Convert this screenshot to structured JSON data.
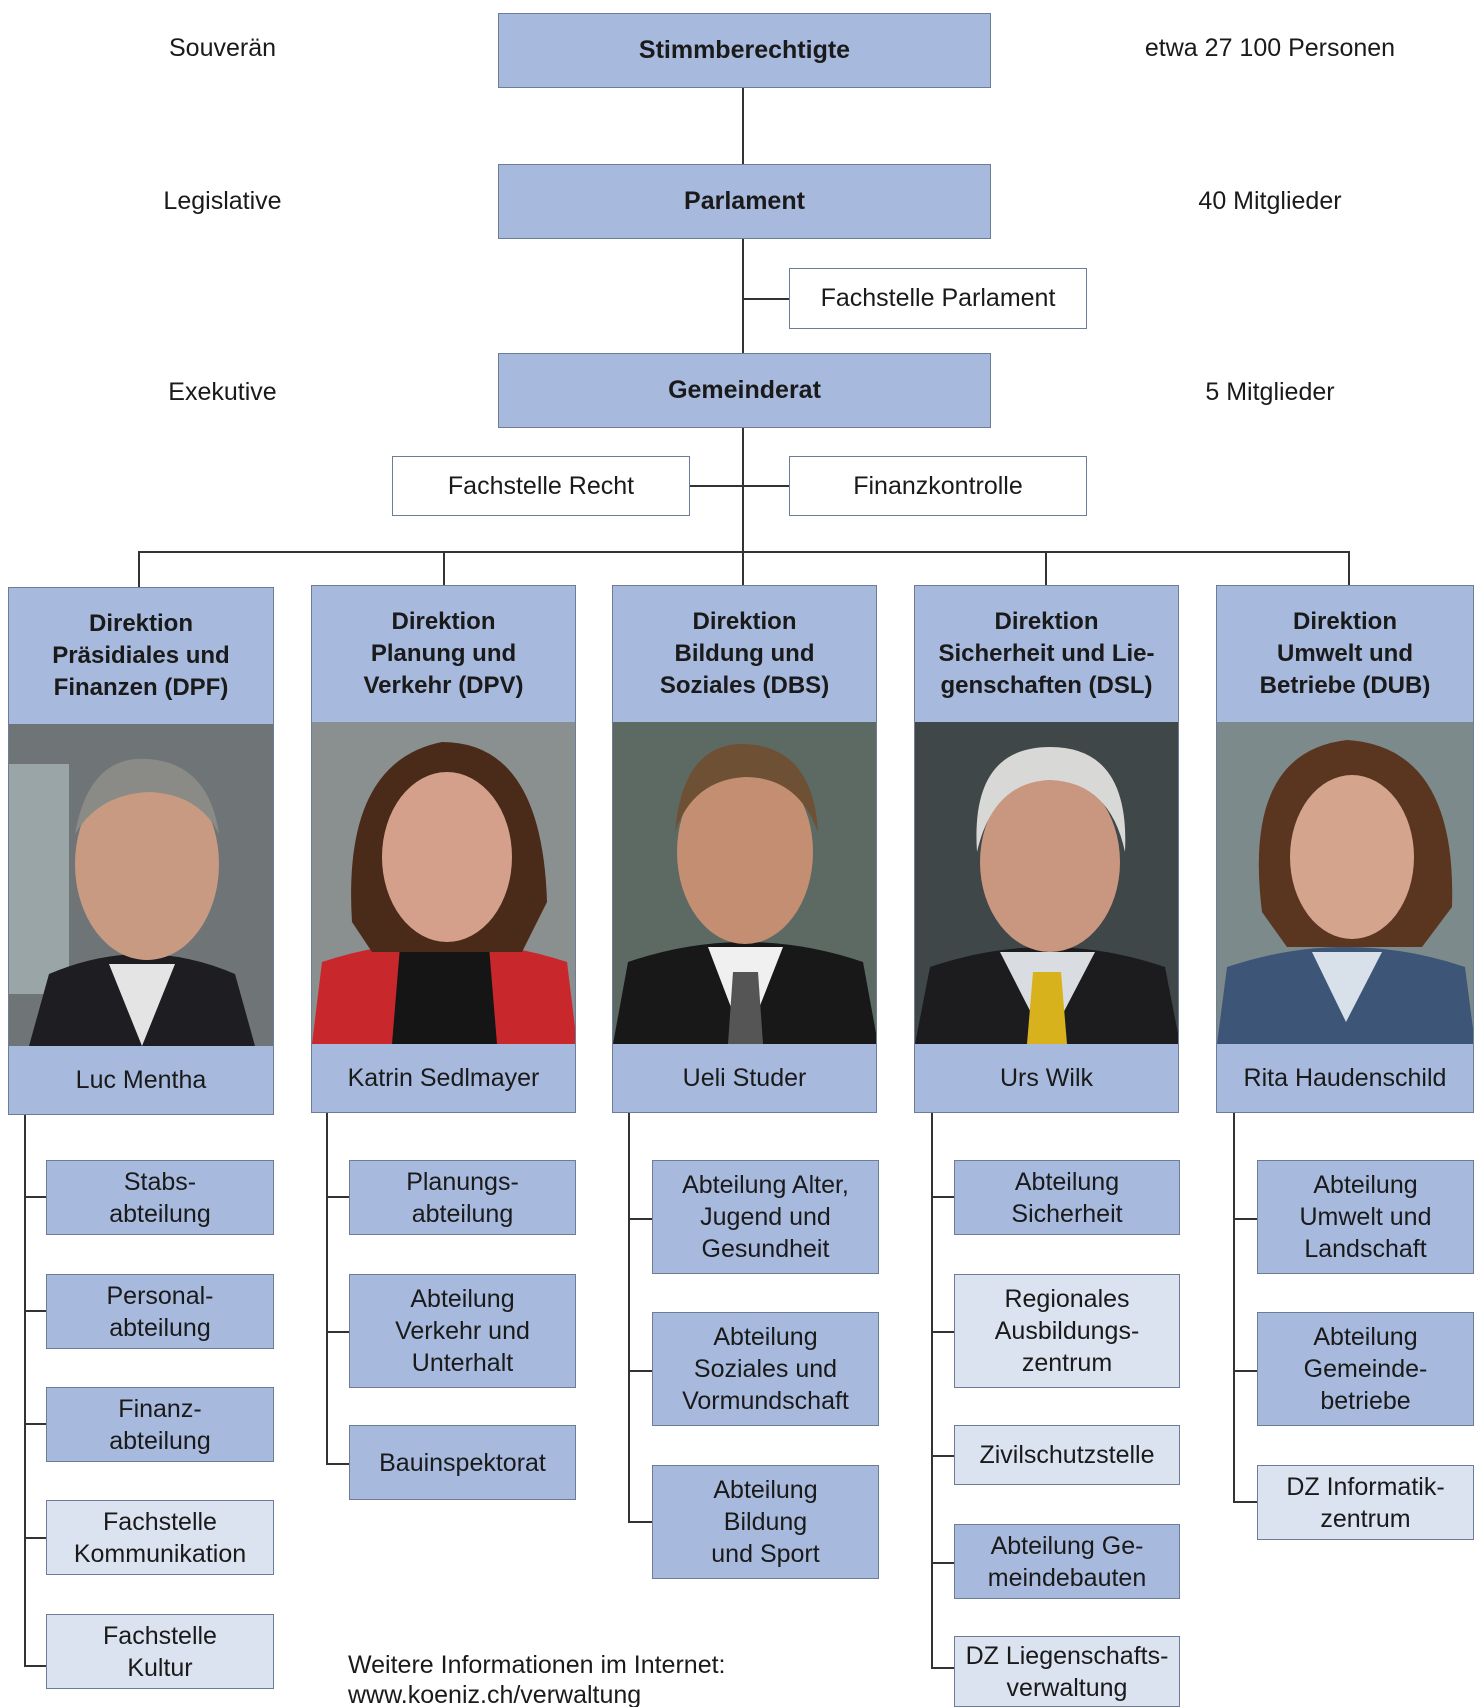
{
  "levels": [
    {
      "left_label": "Souverän",
      "box": "Stimmberechtigte",
      "right_label": "etwa 27 100 Personen"
    },
    {
      "left_label": "Legislative",
      "box": "Parlament",
      "right_label": "40 Mitglieder"
    },
    {
      "left_label": "Exekutive",
      "box": "Gemeinderat",
      "right_label": "5 Mitglieder"
    }
  ],
  "staff": {
    "fachstelle_parlament": "Fachstelle Parlament",
    "fachstelle_recht": "Fachstelle Recht",
    "finanzkontrolle": "Finanzkontrolle"
  },
  "directorates": [
    {
      "title": "Direktion\nPräsidiales und\nFinanzen (DPF)",
      "person": "Luc Mentha",
      "departments": [
        {
          "label": "Stabs-\nabteilung",
          "tone": "dark"
        },
        {
          "label": "Personal-\nabteilung",
          "tone": "dark"
        },
        {
          "label": "Finanz-\nabteilung",
          "tone": "dark"
        },
        {
          "label": "Fachstelle\nKommunikation",
          "tone": "light"
        },
        {
          "label": "Fachstelle\nKultur",
          "tone": "light"
        }
      ]
    },
    {
      "title": "Direktion\nPlanung und\nVerkehr (DPV)",
      "person": "Katrin Sedlmayer",
      "departments": [
        {
          "label": "Planungs-\nabteilung",
          "tone": "dark"
        },
        {
          "label": "Abteilung\nVerkehr und\nUnterhalt",
          "tone": "dark"
        },
        {
          "label": "Bauinspektorat",
          "tone": "dark"
        }
      ]
    },
    {
      "title": "Direktion\nBildung und\nSoziales (DBS)",
      "person": "Ueli Studer",
      "departments": [
        {
          "label": "Abteilung Alter,\nJugend und\nGesundheit",
          "tone": "dark"
        },
        {
          "label": "Abteilung\nSoziales und\nVormundschaft",
          "tone": "dark"
        },
        {
          "label": "Abteilung\nBildung\nund Sport",
          "tone": "dark"
        }
      ]
    },
    {
      "title": "Direktion\nSicherheit und Lie-\ngenschaften (DSL)",
      "person": "Urs Wilk",
      "departments": [
        {
          "label": "Abteilung\nSicherheit",
          "tone": "dark"
        },
        {
          "label": "Regionales\nAusbildungs-\nzentrum",
          "tone": "light"
        },
        {
          "label": "Zivilschutzstelle",
          "tone": "light"
        },
        {
          "label": "Abteilung Ge-\nmeindebauten",
          "tone": "dark"
        },
        {
          "label": "DZ Liegenschafts-\nverwaltung",
          "tone": "light"
        }
      ]
    },
    {
      "title": "Direktion\nUmwelt und\nBetriebe (DUB)",
      "person": "Rita Haudenschild",
      "departments": [
        {
          "label": "Abteilung\nUmwelt und\nLandschaft",
          "tone": "dark"
        },
        {
          "label": "Abteilung\nGemeinde-\nbetriebe",
          "tone": "dark"
        },
        {
          "label": "DZ Informatik-\nzentrum",
          "tone": "light"
        }
      ]
    }
  ],
  "footer": {
    "line1": "Weitere Informationen im Internet:",
    "line2": "www.koeniz.ch/verwaltung"
  },
  "colors": {
    "box": "#a7b9dd",
    "light_box": "#dbe2f0",
    "border": "#6d7c97"
  }
}
